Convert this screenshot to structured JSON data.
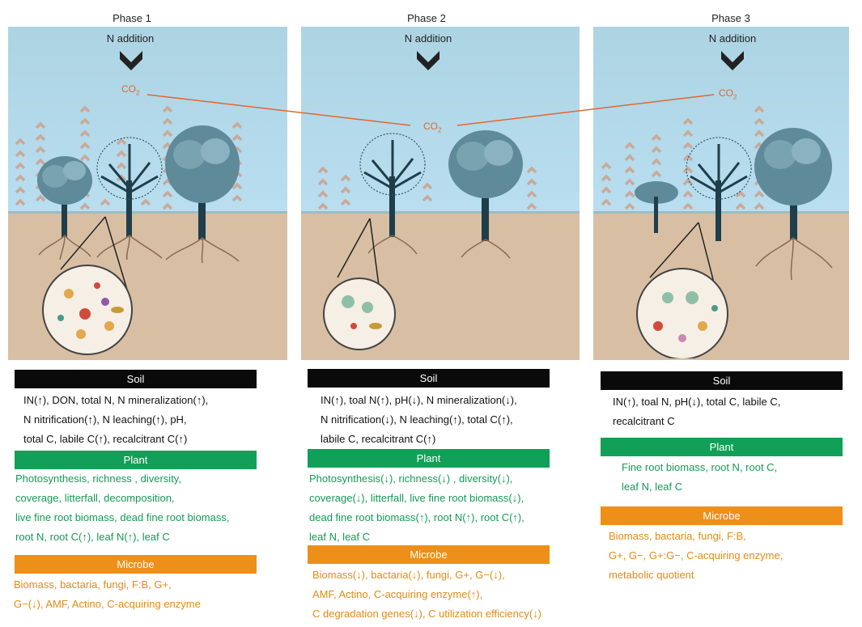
{
  "phases": [
    {
      "title": "Phase 1",
      "n_addition": "N addition",
      "co2": "CO",
      "co2_sub": "2",
      "soil_title": "Soil",
      "soil_lines": [
        "IN(↑), DON, total N, N mineralization(↑),",
        "N nitrification(↑), N leaching(↑), pH,",
        "total C, labile C(↑), recalcitrant C(↑)"
      ],
      "plant_title": "Plant",
      "plant_lines": [
        "Photosynthesis, richness , diversity,",
        "coverage, litterfall, decomposition,",
        "live fine root biomass, dead fine root biomass,",
        "root N, root C(↑),  leaf N(↑), leaf C"
      ],
      "microbe_title": "Microbe",
      "microbe_lines": [
        "Biomass, bactaria, fungi, F:B, G+,",
        "G−(↓), AMF, Actino, C-acquiring enzyme"
      ]
    },
    {
      "title": "Phase 2",
      "n_addition": "N addition",
      "co2": "CO",
      "co2_sub": "2",
      "soil_title": "Soil",
      "soil_lines": [
        "IN(↑), toal N(↑), pH(↓), N mineralization(↓),",
        "N nitrification(↓), N leaching(↑),  total C(↑),",
        "labile C, recalcitrant C(↑)"
      ],
      "plant_title": "Plant",
      "plant_lines": [
        "Photosynthesis(↓),  richness(↓) ,  diversity(↓),",
        "coverage(↓), litterfall, live fine root biomass(↓),",
        "dead fine root biomass(↑), root N(↑), root C(↑),",
        "leaf N, leaf C"
      ],
      "microbe_title": "Microbe",
      "microbe_lines": [
        "Biomass(↓),  bactaria(↓), fungi,  G+, G−(↓),",
        "AMF, Actino, C-acquiring enzyme(↑),",
        "C degradation genes(↓), C utilization efficiency(↓)"
      ]
    },
    {
      "title": "Phase 3",
      "n_addition": "N addition",
      "co2": "CO",
      "co2_sub": "2",
      "soil_title": "Soil",
      "soil_lines": [
        "IN(↑), toal N, pH(↓), total C, labile C,",
        "recalcitrant C"
      ],
      "plant_title": "Plant",
      "plant_lines": [
        "Fine root biomass, root N, root C,",
        "leaf N, leaf C"
      ],
      "microbe_title": "Microbe",
      "microbe_lines": [
        "Biomass, bactaria, fungi,  F:B,",
        "G+,  G−,  G+:G−,  C-acquiring enzyme,",
        "metabolic quotient"
      ]
    }
  ],
  "colors": {
    "sky": "#b3d9ea",
    "soil": "#d8bfa3",
    "co2": "#e3672e",
    "soil_bar": "#0a0a0a",
    "plant_bar": "#12a058",
    "microbe_bar": "#ee8f1a"
  }
}
